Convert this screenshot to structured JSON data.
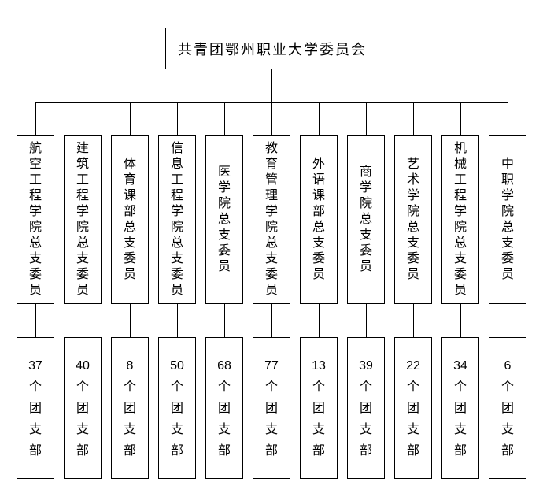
{
  "diagram": {
    "title_box": "共青团鄂州职业大学委员会",
    "unit_suffix_label": "个团支部",
    "columns": [
      {
        "title": "航空工程学院总支委员",
        "branch_count": "37"
      },
      {
        "title": "建筑工程学院总支委员",
        "branch_count": "40"
      },
      {
        "title": "体育课部总支委员",
        "branch_count": "8"
      },
      {
        "title": "信息工程学院总支委员",
        "branch_count": "50"
      },
      {
        "title": "医学院总支委员",
        "branch_count": "68"
      },
      {
        "title": "教育管理学院总支委员",
        "branch_count": "77"
      },
      {
        "title": "外语课部总支委员",
        "branch_count": "13"
      },
      {
        "title": "商学院总支委员",
        "branch_count": "39"
      },
      {
        "title": "艺术学院总支委员",
        "branch_count": "22"
      },
      {
        "title": "机械工程学院总支委员",
        "branch_count": "34"
      },
      {
        "title": "中职学院总支委员",
        "branch_count": "6"
      }
    ],
    "colors": {
      "line": "#000000",
      "text": "#000000",
      "background": "#ffffff"
    }
  }
}
